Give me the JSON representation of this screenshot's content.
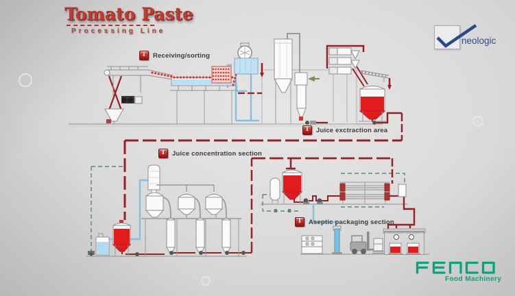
{
  "title": {
    "line1": "Tomato Paste",
    "line2": "Processing Line"
  },
  "section_labels": [
    {
      "icon_letter": "T",
      "text": "Receiving/sorting"
    },
    {
      "icon_letter": "T",
      "text": "Juice exctraction area"
    },
    {
      "icon_letter": "T",
      "text": "Juice concentration section"
    },
    {
      "icon_letter": "T",
      "text": "Aseptic packaging section"
    }
  ],
  "logos": {
    "neologic": {
      "name": "neologic",
      "accent_color": "#2b4a8b"
    },
    "fenco": {
      "wordmark": "FENCO",
      "tagline": "Food Machinery",
      "accent_color": "#00a77d"
    }
  },
  "colors": {
    "pipe_red": "#962023",
    "product_red": "#e41b1d",
    "water_blue": "#85bfdf",
    "cip_teal": "#58857e",
    "title_red": "#c23b30"
  }
}
